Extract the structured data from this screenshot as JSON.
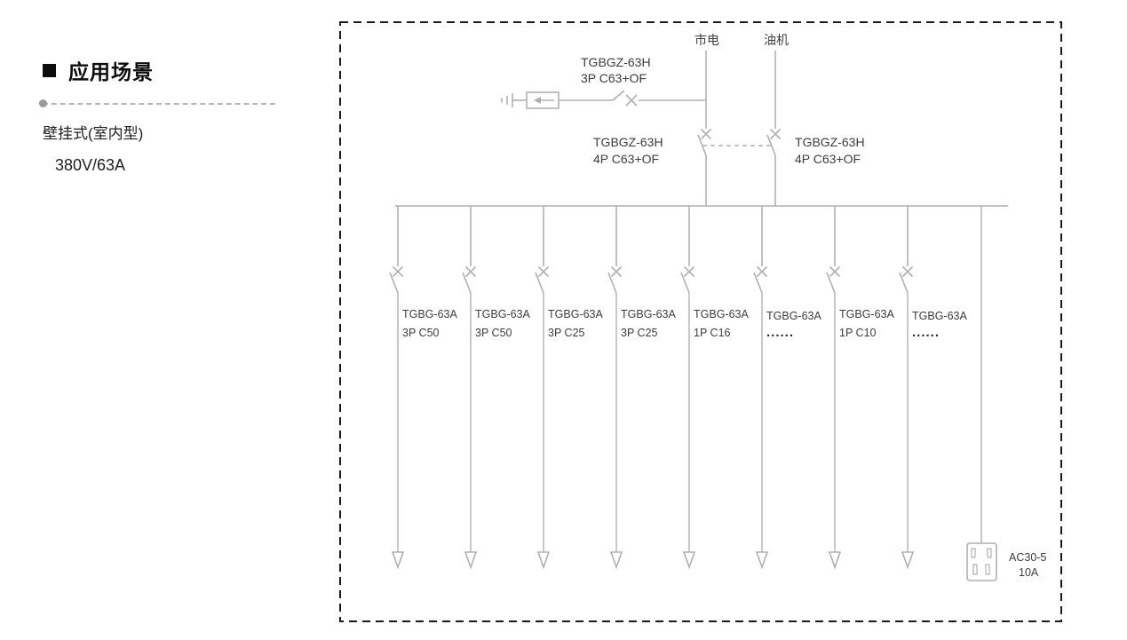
{
  "sidebar": {
    "title": "应用场景",
    "subtitle": "壁挂式(室内型)",
    "rating": "380V/63A"
  },
  "diagram": {
    "sources": {
      "mains": "市电",
      "generator": "油机"
    },
    "spd_breaker": {
      "line1": "TGBGZ-63H",
      "line2": "3P C63+OF"
    },
    "mains_breaker": {
      "line1": "TGBGZ-63H",
      "line2": "4P C63+OF"
    },
    "gen_breaker": {
      "line1": "TGBGZ-63H",
      "line2": "4P C63+OF"
    },
    "feeders": [
      {
        "model": "TGBG-63A",
        "spec": "3P C50"
      },
      {
        "model": "TGBG-63A",
        "spec": "3P C50"
      },
      {
        "model": "TGBG-63A",
        "spec": "3P C25"
      },
      {
        "model": "TGBG-63A",
        "spec": "3P C25"
      },
      {
        "model": "TGBG-63A",
        "spec": "1P C16"
      },
      {
        "model": "TGBG-63A",
        "spec": "......"
      },
      {
        "model": "TGBG-63A",
        "spec": "1P C10"
      },
      {
        "model": "TGBG-63A",
        "spec": "......"
      }
    ],
    "socket": {
      "line1": "AC30-5",
      "line2": "10A"
    },
    "colors": {
      "line": "#b0b0b0",
      "text": "#3d3d3d",
      "border": "#1a1a1a"
    }
  }
}
